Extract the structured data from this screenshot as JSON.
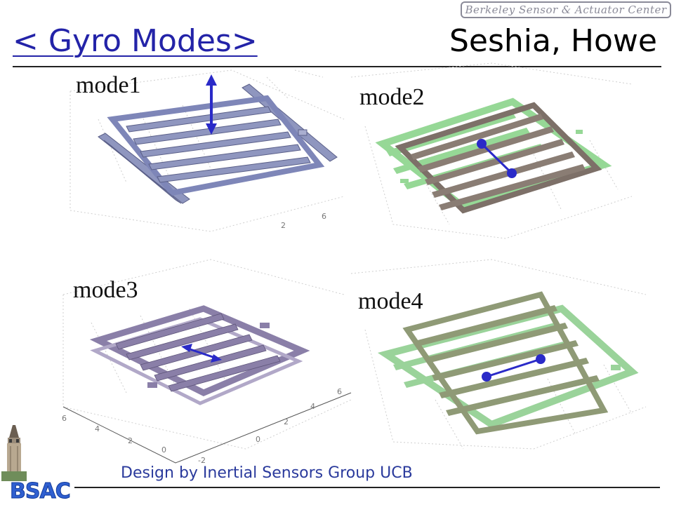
{
  "header": {
    "badge_text": "Berkeley Sensor & Actuator Center",
    "title": "< Gyro Modes>",
    "authors": "Seshia, Howe"
  },
  "panels": [
    {
      "label": "mode1",
      "color": "#8f96bf",
      "motion": "vertical-arrow"
    },
    {
      "label": "mode2",
      "color": "#90d090",
      "motion": "diagonal-dumbbell"
    },
    {
      "label": "mode3",
      "color": "#8a7fa8",
      "motion": "lateral-arrow"
    },
    {
      "label": "mode4",
      "color": "#9fb48a",
      "motion": "horizontal-dumbbell"
    }
  ],
  "axis_ticks": {
    "mode1": [
      "2",
      "6"
    ],
    "mode3": [
      "6",
      "4",
      "2",
      "0",
      "-2",
      "0",
      "2",
      "4",
      "6"
    ]
  },
  "footer": {
    "credit": "Design by Inertial Sensors Group UCB",
    "logo_text": "BSAC"
  },
  "colors": {
    "title_blue": "#2323a8",
    "arrow_blue": "#2a2ac8",
    "credit_blue": "#2a3a9c"
  }
}
